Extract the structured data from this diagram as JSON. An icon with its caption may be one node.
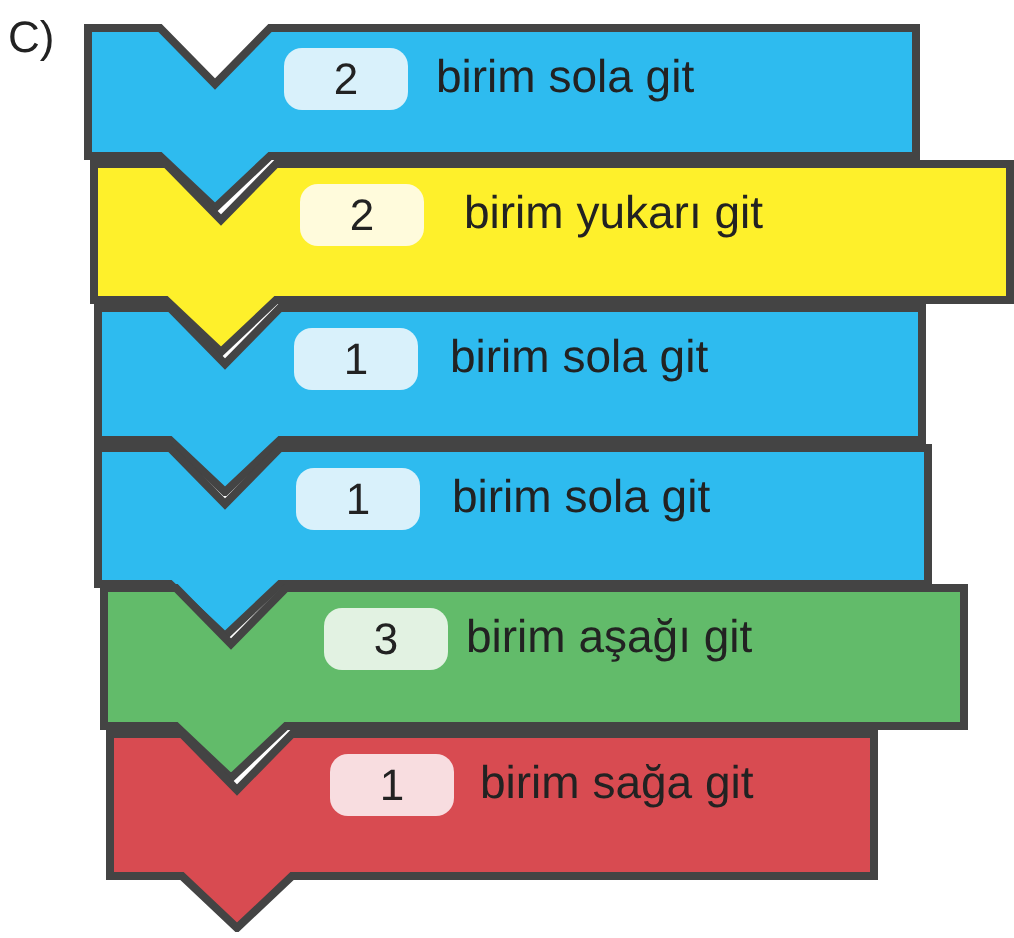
{
  "diagram": {
    "nodes": [
      {
        "text": [
          "2",
          "birim sola git"
        ]
      },
      {
        "text": [
          "2",
          "birim yukarı git"
        ]
      },
      {
        "text": [
          "1",
          "birim sola git"
        ]
      },
      {
        "text": [
          "1",
          "birim sola git"
        ]
      },
      {
        "text": [
          "3",
          "birim aşağı git"
        ]
      },
      {
        "text": [
          "1",
          "birim sağa git"
        ]
      }
    ],
    "labels": [
      "C)"
    ]
  }
}
